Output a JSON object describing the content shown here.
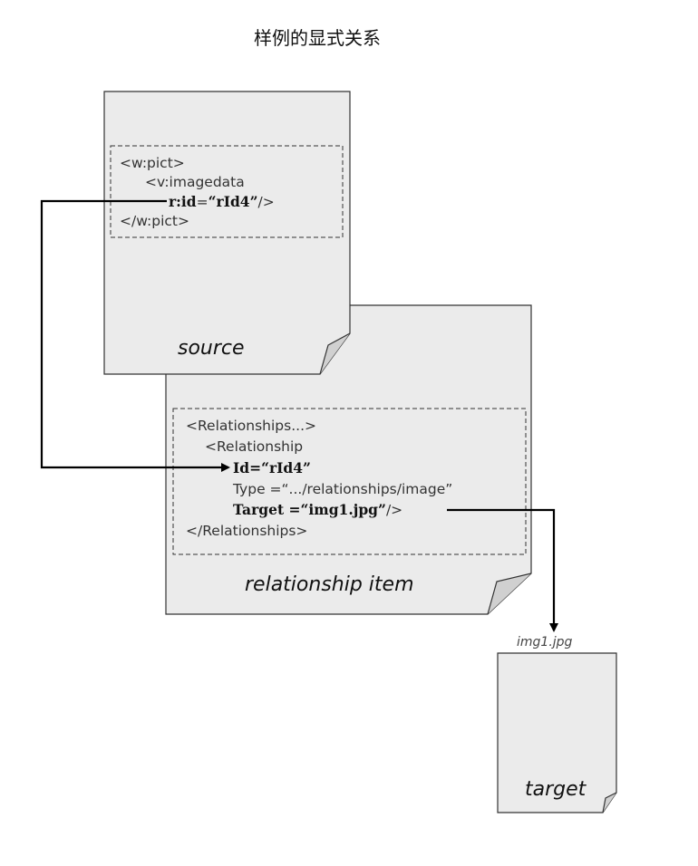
{
  "title": "样例的显式关系",
  "source": {
    "label": "source",
    "lines": {
      "l1": "<w:pict>",
      "l2": "<v:imagedata",
      "l3_attr": "r:id",
      "l3_eq": "=",
      "l3_val": "“rId4”",
      "l3_end": "/>",
      "l4": "</w:pict>"
    }
  },
  "relationship": {
    "label": "relationship item",
    "lines": {
      "l1": "<Relationships...>",
      "l2": "<Relationship",
      "l3": "Id=“rId4”",
      "l4": "Type =“.../relationships/image”",
      "l5_bold": "Target =“img1.jpg”",
      "l5_end": "/>",
      "l6": "</Relationships>"
    }
  },
  "target": {
    "label": "target",
    "filename": "img1.jpg"
  },
  "colors": {
    "page_fill": "#ebebeb",
    "page_stroke": "#333333",
    "arrow": "#000000"
  }
}
